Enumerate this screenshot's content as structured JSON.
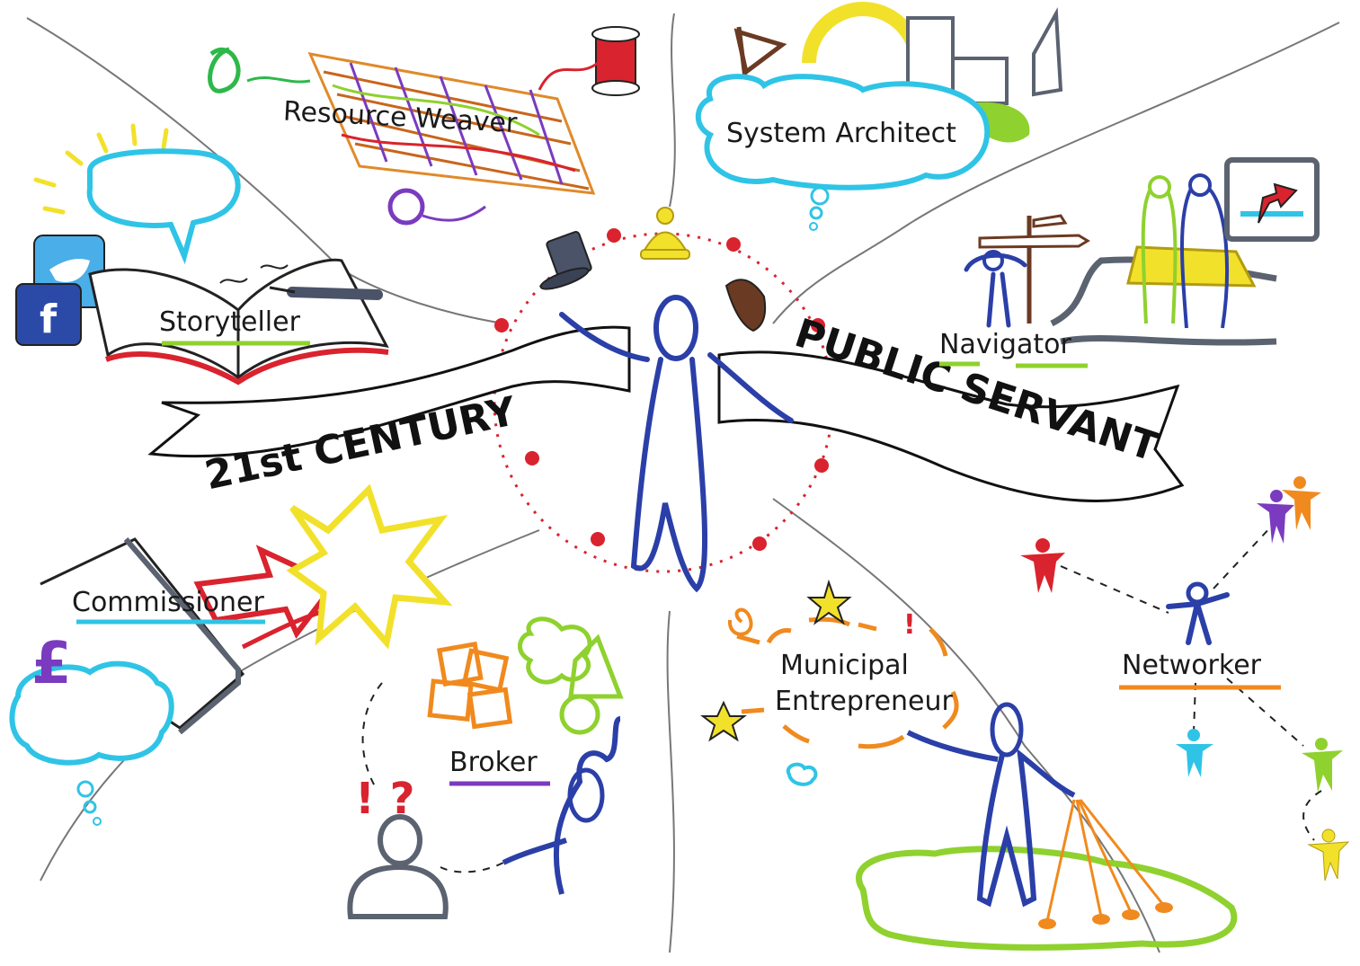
{
  "banner": {
    "left_text": "21st CENTURY",
    "right_text": "PUBLIC SERVANT"
  },
  "roles": {
    "resource_weaver": "Resource Weaver",
    "system_architect": "System Architect",
    "storyteller": "Storyteller",
    "navigator": "Navigator",
    "commissioner": "Commissioner",
    "broker": "Broker",
    "municipal_entrepreneur_line1": "Municipal",
    "municipal_entrepreneur_line2": "Entrepreneur",
    "networker": "Networker"
  },
  "icons": {
    "commissioner_currency": "£",
    "broker_marks": "! ?",
    "entrepreneur_mark": "!",
    "facebook": "f"
  },
  "colors": {
    "blue": "#2b3fa8",
    "cyan": "#2fc4e6",
    "red": "#d9232e",
    "yellow": "#f2e12a",
    "green": "#8fd12e",
    "orange": "#f08a1e",
    "purple": "#7a3bbf",
    "gray": "#5b6270",
    "brown": "#6b3a22"
  }
}
